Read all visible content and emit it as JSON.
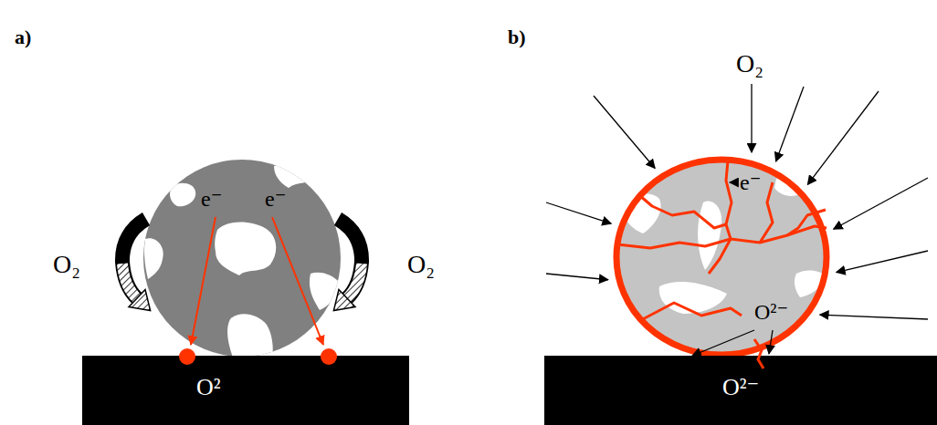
{
  "diagram": {
    "nodes": [
      {
        "text": [
          "e⁻",
          "e⁻"
        ]
      },
      {
        "text": [
          "O²"
        ]
      },
      {
        "text": [
          "e⁻",
          "O²⁻"
        ]
      },
      {
        "text": [
          "O²⁻"
        ]
      }
    ],
    "labels": [
      "a)",
      "O₂",
      "O₂",
      "b)",
      "O₂"
    ]
  }
}
